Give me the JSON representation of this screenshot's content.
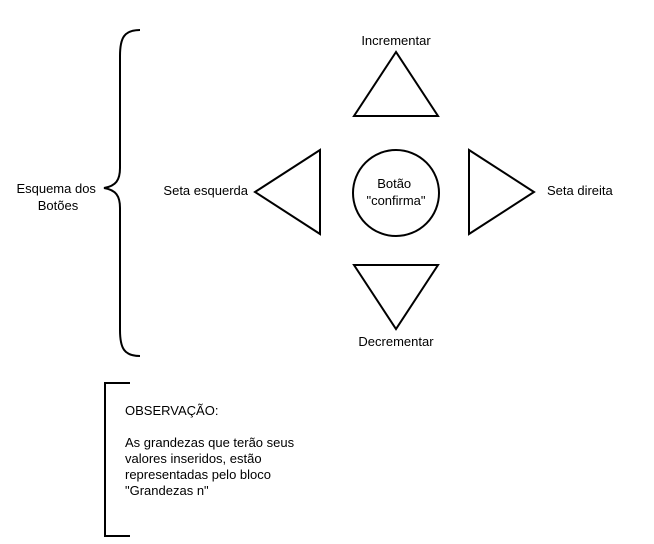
{
  "scheme_label": [
    "Esquema dos",
    "Botões"
  ],
  "buttons": {
    "up": "Incrementar",
    "down": "Decrementar",
    "left": "Seta esquerda",
    "right": "Seta direita",
    "center": [
      "Botão",
      "\"confirma\""
    ]
  },
  "note": {
    "title": "OBSERVAÇÃO:",
    "lines": [
      "As grandezas que terão seus",
      "valores inseridos, estão",
      "representadas pelo bloco",
      "\"Grandezas n\""
    ]
  }
}
